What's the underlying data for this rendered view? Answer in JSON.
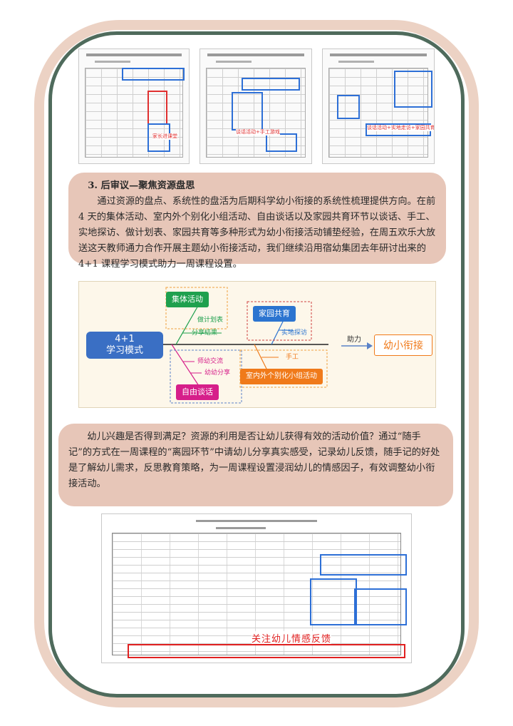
{
  "thumbnails": [
    {
      "note": "家长进课堂"
    },
    {
      "note": "谈话活动+手工游戏"
    },
    {
      "note": "谈话活动+实地走访+家园共育"
    }
  ],
  "section3": {
    "heading": "3. 后审议—聚焦资源盘思",
    "body": "通过资源的盘点、系统性的盘活为后期科学幼小衔接的系统性梳理提供方向。在前 4 天的集体活动、室内外个别化小组活动、自由谈话以及家园共育环节以谈话、手工、实地探访、做计划表、家园共育等多种形式为幼小衔接活动铺垫经验，在周五欢乐大放送这天教师通力合作开展主题幼小衔接活动，我们继续沿用宿幼集团去年研讨出来的 4+1 课程学习模式助力一周课程设置。"
  },
  "diagram": {
    "core_line1": "4+1",
    "core_line2": "学习模式",
    "assist": "助力",
    "target": "幼小衔接",
    "nodes": {
      "group_activity": "集体活动",
      "home_school": "家园共育",
      "free_talk": "自由谈话",
      "indoor_outdoor": "室内外个别化小组活动"
    },
    "labels": {
      "plan_table": "做计划表",
      "share_result": "分享结果",
      "field_visit": "实地探访",
      "teacher_child": "师幼交流",
      "child_share": "幼幼分享",
      "handcraft": "手工"
    },
    "colors": {
      "core": "#3a6fc4",
      "group_activity": "#1fa04e",
      "home_school": "#2b74d0",
      "free_talk": "#d61f8a",
      "indoor_outdoor": "#f07a1a",
      "target_text": "#f07a1a"
    }
  },
  "section4": {
    "body": "幼儿兴趣是否得到满足？资源的利用是否让幼儿获得有效的活动价值？通过“随手记”的方式在一周课程的“离园环节”中请幼儿分享真实感受，记录幼儿反馈，随手记的好处是了解幼儿需求，反思教育策略，为一周课程设置浸润幼儿的情感因子，有效调整幼小衔接活动。"
  },
  "bottom_doc": {
    "overlay": "关注幼儿情感反馈"
  }
}
